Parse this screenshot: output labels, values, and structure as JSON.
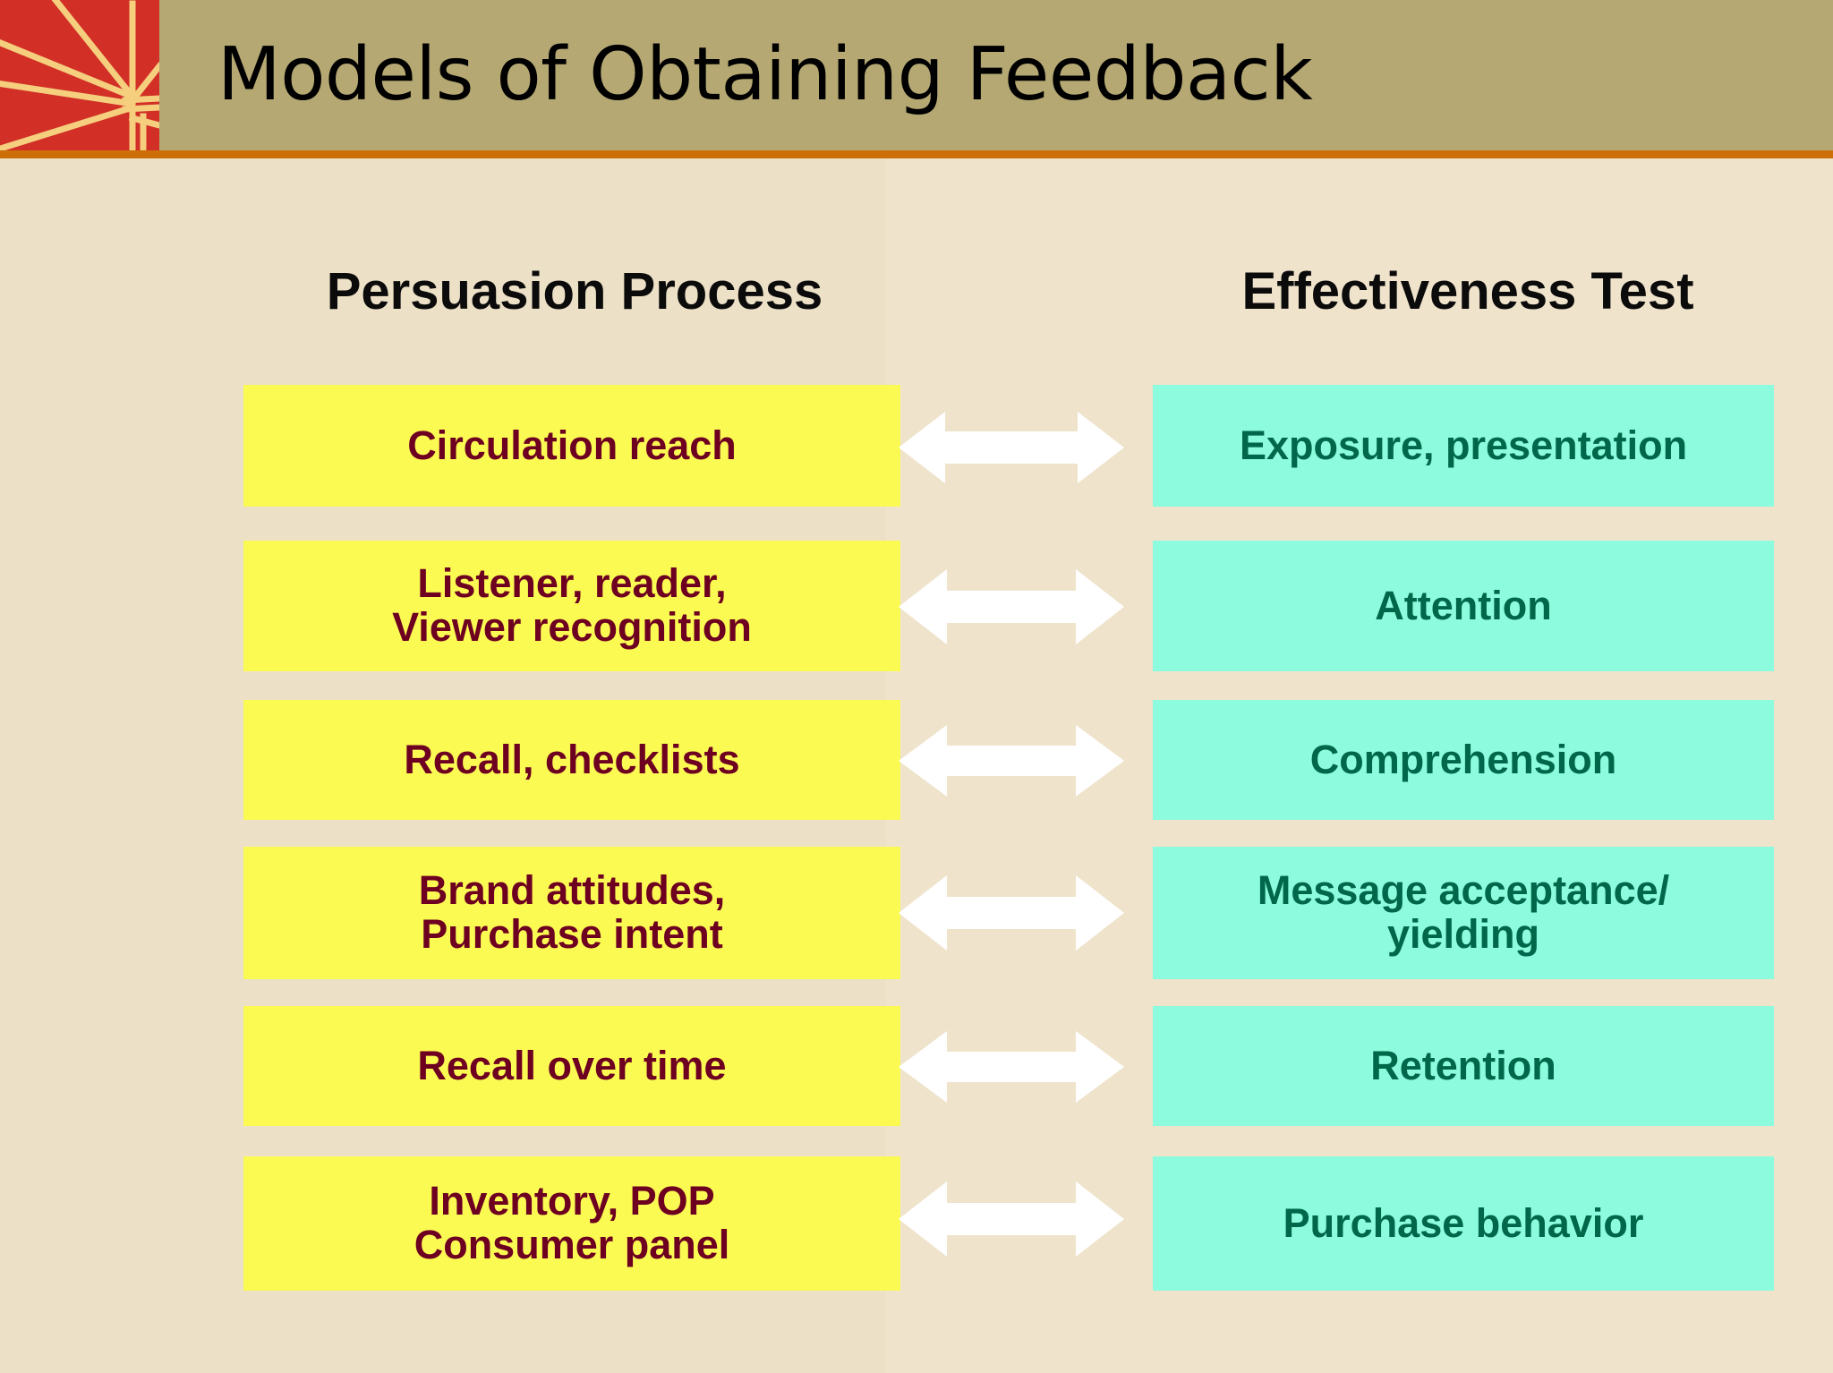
{
  "slide": {
    "title": "Models of Obtaining Feedback",
    "colors": {
      "header_bar": "#b5a873",
      "header_rule": "#cc6f09",
      "logo_background": "#d22f27",
      "logo_rays": "#f5ce7e",
      "page_background": "#ece0c6",
      "left_box_fill": "#fbfa53",
      "left_box_text": "#6d0020",
      "right_box_fill": "#8cfbde",
      "right_box_text": "#00674a",
      "arrow_fill": "#ffffff"
    }
  },
  "columns": {
    "left_heading": "Persuasion Process",
    "right_heading": "Effectiveness Test"
  },
  "rows": [
    {
      "left": "Circulation reach",
      "right": "Exposure, presentation",
      "arrow": "double-headed-arrow"
    },
    {
      "left": "Listener, reader,\nViewer recognition",
      "right": "Attention",
      "arrow": "double-headed-arrow"
    },
    {
      "left": "Recall, checklists",
      "right": "Comprehension",
      "arrow": "double-headed-arrow"
    },
    {
      "left": "Brand attitudes,\nPurchase intent",
      "right": "Message acceptance/\nyielding",
      "arrow": "double-headed-arrow"
    },
    {
      "left": "Recall over time",
      "right": "Retention",
      "arrow": "double-headed-arrow"
    },
    {
      "left": "Inventory, POP\nConsumer panel",
      "right": "Purchase behavior",
      "arrow": "double-headed-arrow"
    }
  ]
}
